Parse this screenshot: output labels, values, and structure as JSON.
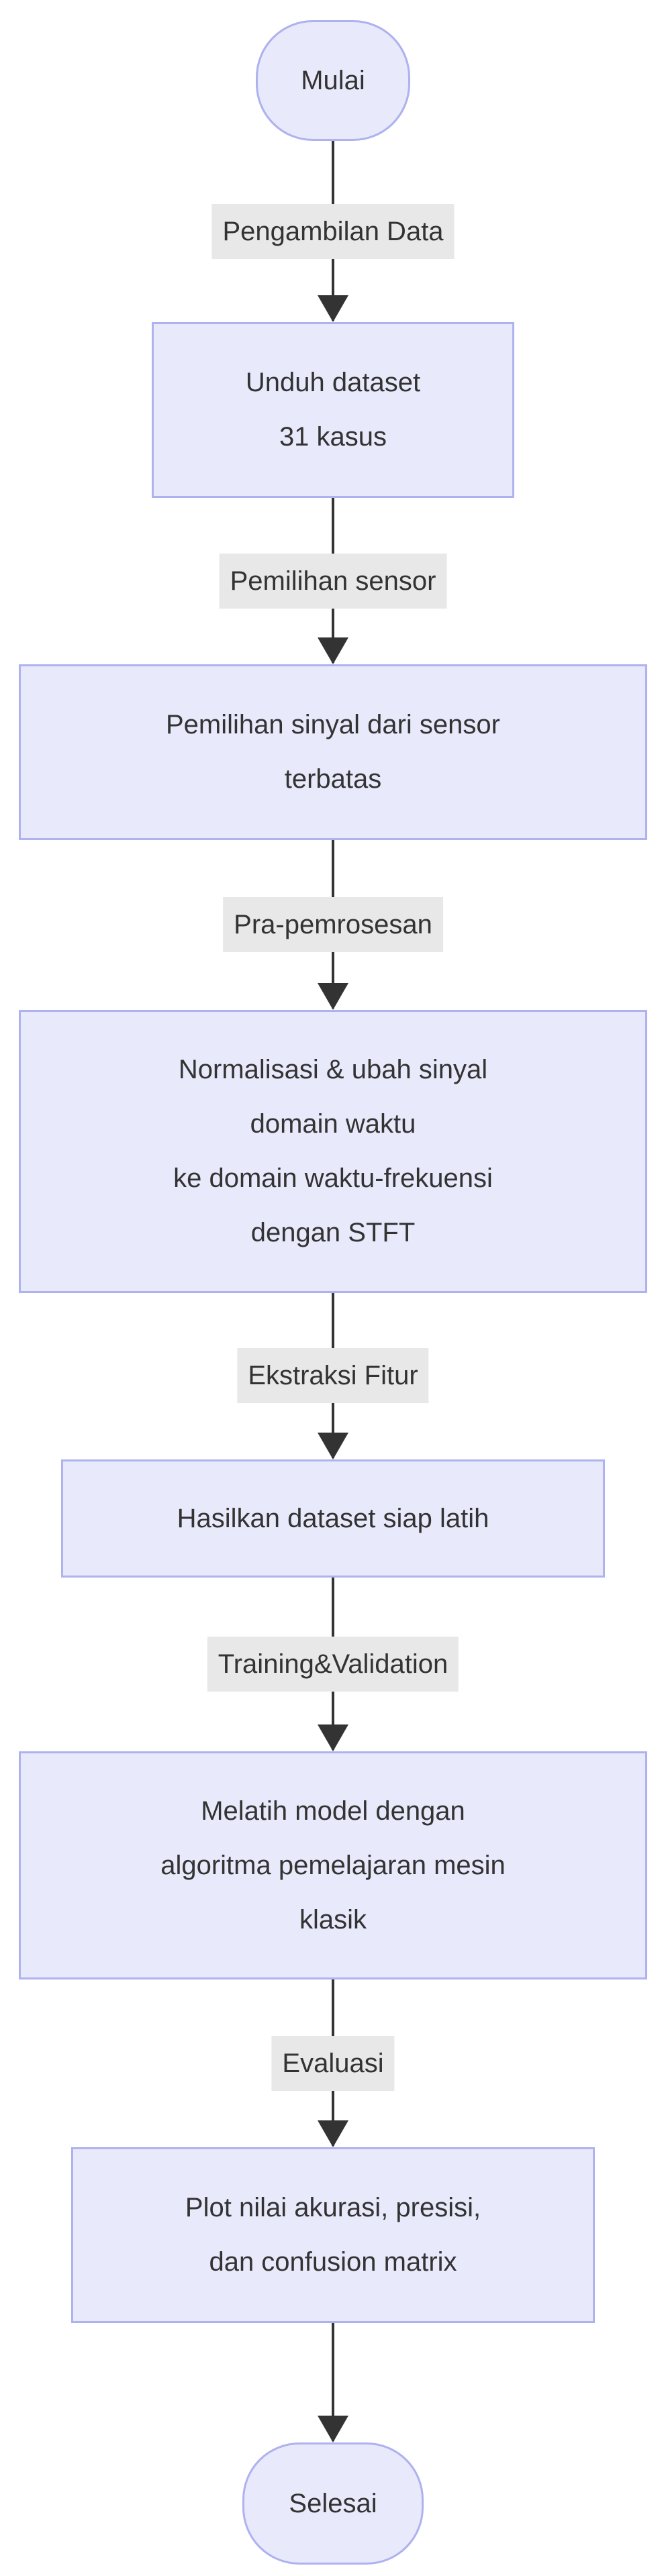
{
  "diagram": {
    "type": "flowchart-top-down",
    "colors": {
      "node_fill": "#e8e9fb",
      "node_border": "#aeb2ee",
      "edge_color": "#333333",
      "label_bg": "#e8e8e8",
      "text_color": "#333333",
      "background": "#ffffff"
    },
    "nodes": [
      {
        "id": "start",
        "shape": "stadium",
        "lines": [
          "Mulai"
        ]
      },
      {
        "id": "unduh-dataset",
        "shape": "rect",
        "lines": [
          "Unduh dataset",
          "31 kasus"
        ]
      },
      {
        "id": "pemilihan-sinyal",
        "shape": "rect",
        "lines": [
          "Pemilihan sinyal dari sensor",
          "terbatas"
        ]
      },
      {
        "id": "pra-pemrosesan",
        "shape": "rect",
        "lines": [
          "Normalisasi & ubah sinyal",
          "domain waktu",
          "ke domain waktu-frekuensi",
          "dengan STFT"
        ]
      },
      {
        "id": "hasilkan-dataset",
        "shape": "rect",
        "lines": [
          "Hasilkan dataset siap latih"
        ]
      },
      {
        "id": "melatih-model",
        "shape": "rect",
        "lines": [
          "Melatih model dengan",
          "algoritma pemelajaran mesin",
          "klasik"
        ]
      },
      {
        "id": "plot-evaluasi",
        "shape": "rect",
        "lines": [
          "Plot nilai akurasi, presisi,",
          "dan confusion matrix"
        ]
      },
      {
        "id": "end",
        "shape": "stadium",
        "lines": [
          "Selesai"
        ]
      }
    ],
    "edge_labels": [
      "Pengambilan Data",
      "Pemilihan sensor",
      "Pra-pemrosesan",
      "Ekstraksi Fitur",
      "Training&Validation",
      "Evaluasi"
    ]
  }
}
